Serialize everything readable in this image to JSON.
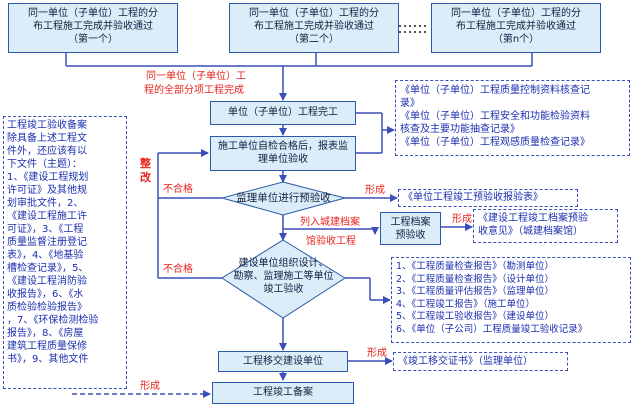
{
  "top_units": [
    {
      "title_line1": "同一单位（子单位）工程的分",
      "title_line2": "布工程施工完成并验收通过",
      "index": "（第一个）"
    },
    {
      "title_line1": "同一单位（子单位）工程的分",
      "title_line2": "布工程施工完成并验收通过",
      "index": "（第二个）"
    },
    {
      "title_line1": "同一单位（子单位）工程的分",
      "title_line2": "布工程施工完成并验收通过",
      "index": "（第n个）"
    }
  ],
  "merge_label": {
    "line1": "同一单位（子单位）工",
    "line2": "程的全部分项工程完成"
  },
  "steps": {
    "unit_complete": "单位（子单位）工程完工",
    "self_check_line1": "施工单位自检合格后，报表监",
    "self_check_line2": "理单位验收",
    "pre_accept": "监理单位进行预验收",
    "joint_line1": "建设单位组织设计、",
    "joint_line2": "勘察、监理施工等单位",
    "joint_line3": "竣工验收",
    "handover": "工程移交建设单位",
    "filing": "工程竣工备案",
    "archive_line1": "工程档案",
    "archive_line2": "预验收"
  },
  "labels": {
    "rectify_1": "整",
    "rectify_2": "改",
    "unqualified_1": "不合格",
    "unqualified_2": "不合格",
    "form_1": "形成",
    "form_2": "形成",
    "form_3": "形成",
    "form_4": "形成",
    "include_archive": "列入城建档案",
    "archive_accept": "馆验收工程"
  },
  "records_top": [
    "《单位（子单位）工程质量控制资料核查记",
    "录》",
    "《单位（子单位）工程安全和功能检验资料",
    "核查及主要功能抽查记录》",
    "《单位（子单位）工程观感质量检查记录》"
  ],
  "pre_accept_report": "《单位工程竣工预验收报验表》",
  "archive_opinion_line1": "《建设工程竣工档案预验",
  "archive_opinion_line2": "收意见》（城建档案馆）",
  "reports": [
    "1、《工程质量检查报告》（勘测单位）",
    "2、《工程质量检查报告》（设计单位）",
    "3、《工程质量评估报告》（监理单位）",
    "4、《工程竣工报告》（施工单位）",
    "5、《工程竣工验收报告》（建设单位）",
    "6、《单位（子公司）工程质量竣工验收记录》"
  ],
  "handover_doc": "《竣工移交证书》（监理单位）",
  "left_note": [
    "工程竣工验收备案",
    "除具备上述工程文",
    "件外，还应该有以",
    "下文件（主题）：",
    "1、《建设工程规划",
    "许可证》及其他规",
    "划审批文件，2、",
    "《建设工程施工许",
    "可证》，3、《工程",
    "质量监督注册登记",
    "表》，4、《地基验",
    "槽检查记录》，5、",
    "《建设工程消防验",
    "收报告》，6、《水",
    "质检验检验报告》",
    "，7、《环保检测检验",
    "报告》，8、《房屋",
    "建筑工程质量保修",
    "书》，9、其他文件"
  ],
  "colors": {
    "accent_red": "#e8231e",
    "flow_blue": "#3b4fb8",
    "box_fill": "#dcecf8",
    "box_border": "#2a5aa8"
  }
}
